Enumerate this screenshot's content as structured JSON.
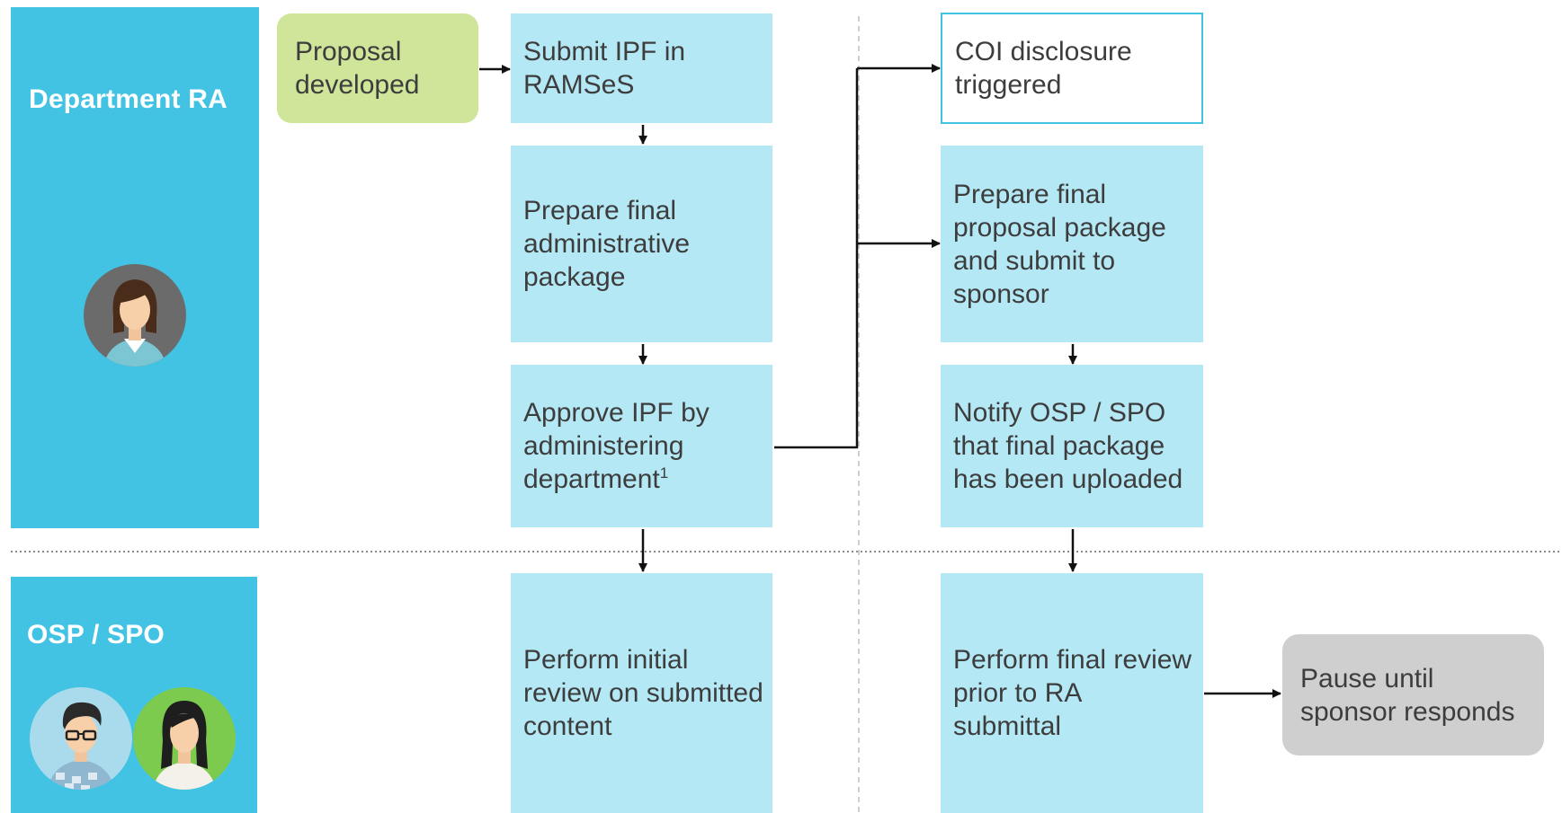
{
  "lanes": {
    "dept": {
      "title": "Department RA"
    },
    "osp": {
      "title": "OSP / SPO"
    }
  },
  "steps": {
    "proposal": "Proposal developed",
    "submit_ipf": "Submit IPF in RAMSeS",
    "prepare_admin": "Prepare final administrative package",
    "approve_ipf": "Approve IPF by administering department",
    "approve_ipf_note": "1",
    "coi": "COI disclosure triggered",
    "prepare_proposal": "Prepare final proposal package and submit to sponsor",
    "notify": "Notify OSP / SPO that final package has been uploaded",
    "initial_review": "Perform initial review on submitted content",
    "final_review": "Perform final review prior to RA submittal",
    "pause": "Pause until sponsor responds"
  },
  "colors": {
    "lane": "#42c3e4",
    "step": "#b4e8f5",
    "start": "#cfe59a",
    "end": "#cfcfcf",
    "outline": "#42c3e4"
  }
}
